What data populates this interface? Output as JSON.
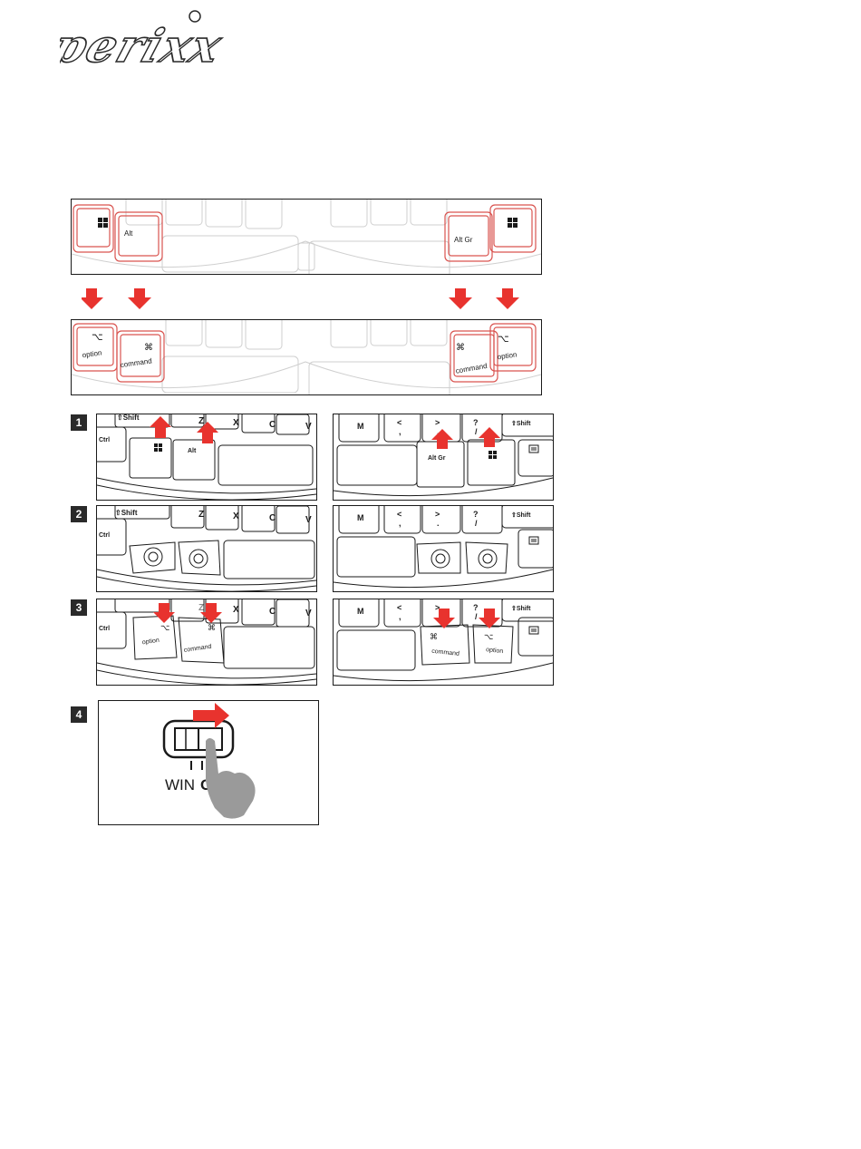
{
  "brand": {
    "logo_text": "perixx"
  },
  "overview": {
    "top": {
      "left_keys": [
        "",
        "Alt"
      ],
      "right_keys": [
        "Alt Gr",
        ""
      ]
    },
    "bottom": {
      "left_keys": [
        "option",
        "command"
      ],
      "right_keys": [
        "command",
        "option"
      ],
      "option_symbol": "⌥",
      "command_symbol": "⌘"
    }
  },
  "steps": [
    {
      "number": "1",
      "left_labels": {
        "shift": "⇧Shift",
        "ctrl": "Ctrl",
        "z": "Z",
        "x": "X",
        "c": "C",
        "v": "V",
        "alt": "Alt"
      },
      "right_labels": {
        "m": "M",
        "lt": "<",
        "comma": ",",
        "gt": ">",
        "dot": ".",
        "q": "?",
        "slash": "/",
        "shift": "⇧Shift",
        "altgr": "Alt Gr"
      }
    },
    {
      "number": "2",
      "left_labels": {
        "shift": "⇧Shift",
        "ctrl": "Ctrl",
        "z": "Z",
        "x": "X",
        "c": "C",
        "v": "V"
      },
      "right_labels": {
        "m": "M",
        "lt": "<",
        "comma": ",",
        "gt": ">",
        "dot": ".",
        "q": "?",
        "slash": "/",
        "shift": "⇧Shift"
      }
    },
    {
      "number": "3",
      "left_labels": {
        "ctrl": "Ctrl",
        "z": "Z",
        "x": "X",
        "c": "C",
        "v": "V",
        "option": "option",
        "command": "command"
      },
      "right_labels": {
        "m": "M",
        "lt": "<",
        "comma": ",",
        "gt": ">",
        "q": "?",
        "slash": "/",
        "shift": "⇧Shift",
        "command": "command",
        "option": "option"
      }
    },
    {
      "number": "4",
      "switch_left": "WIN",
      "switch_right": "OS X"
    }
  ],
  "colors": {
    "accent": "#e8332e",
    "key_outline": "#d9534f",
    "ink": "#1a1a1a",
    "hand": "#9a9a9a"
  }
}
